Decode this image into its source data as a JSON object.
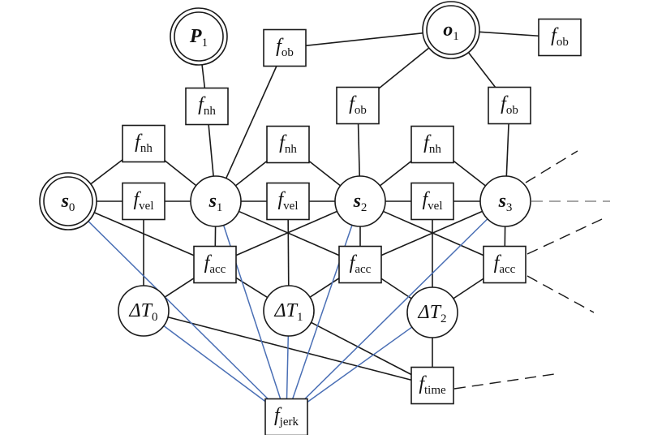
{
  "diagram": {
    "title": "Factor graph",
    "colors": {
      "edge": "#1a1a1a",
      "jerk_edge": "#4a6fb5",
      "background": "#ffffff"
    },
    "variables": [
      {
        "id": "s0",
        "main": "s",
        "sub": "0",
        "style": "bold-italic",
        "observed": true
      },
      {
        "id": "s1",
        "main": "s",
        "sub": "1",
        "style": "bold-italic",
        "observed": false
      },
      {
        "id": "s2",
        "main": "s",
        "sub": "2",
        "style": "bold-italic",
        "observed": false
      },
      {
        "id": "s3",
        "main": "s",
        "sub": "3",
        "style": "bold-italic",
        "observed": false
      },
      {
        "id": "P1",
        "main": "P",
        "sub": "1",
        "style": "bold-italic",
        "observed": true
      },
      {
        "id": "o1",
        "main": "o",
        "sub": "1",
        "style": "bold-italic",
        "observed": true
      },
      {
        "id": "dT0",
        "main": "ΔT",
        "sub": "0",
        "style": "italic",
        "observed": false
      },
      {
        "id": "dT1",
        "main": "ΔT",
        "sub": "1",
        "style": "italic",
        "observed": false
      },
      {
        "id": "dT2",
        "main": "ΔT",
        "sub": "2",
        "style": "italic",
        "observed": false
      }
    ],
    "factors": [
      {
        "id": "fnh_P1",
        "main": "f",
        "sub": "nh"
      },
      {
        "id": "fnh_01",
        "main": "f",
        "sub": "nh"
      },
      {
        "id": "fnh_12",
        "main": "f",
        "sub": "nh"
      },
      {
        "id": "fnh_23",
        "main": "f",
        "sub": "nh"
      },
      {
        "id": "fob_1",
        "main": "f",
        "sub": "ob"
      },
      {
        "id": "fob_2",
        "main": "f",
        "sub": "ob"
      },
      {
        "id": "fob_3",
        "main": "f",
        "sub": "ob"
      },
      {
        "id": "fob_4",
        "main": "f",
        "sub": "ob"
      },
      {
        "id": "fvel_01",
        "main": "f",
        "sub": "vel"
      },
      {
        "id": "fvel_12",
        "main": "f",
        "sub": "vel"
      },
      {
        "id": "fvel_23",
        "main": "f",
        "sub": "vel"
      },
      {
        "id": "facc_0",
        "main": "f",
        "sub": "acc"
      },
      {
        "id": "facc_1",
        "main": "f",
        "sub": "acc"
      },
      {
        "id": "facc_2",
        "main": "f",
        "sub": "acc"
      },
      {
        "id": "ftime",
        "main": "f",
        "sub": "time"
      },
      {
        "id": "fjerk",
        "main": "f",
        "sub": "jerk"
      }
    ],
    "edges": [
      [
        "P1",
        "fnh_P1"
      ],
      [
        "fnh_P1",
        "s1"
      ],
      [
        "s0",
        "fnh_01"
      ],
      [
        "fnh_01",
        "s1"
      ],
      [
        "s1",
        "fnh_12"
      ],
      [
        "fnh_12",
        "s2"
      ],
      [
        "s2",
        "fnh_23"
      ],
      [
        "fnh_23",
        "s3"
      ],
      [
        "s1",
        "fob_1"
      ],
      [
        "fob_1",
        "o1"
      ],
      [
        "o1",
        "fob_2"
      ],
      [
        "fob_2",
        "s2"
      ],
      [
        "o1",
        "fob_3"
      ],
      [
        "fob_3",
        "s3"
      ],
      [
        "o1",
        "fob_4"
      ],
      [
        "s0",
        "fvel_01"
      ],
      [
        "fvel_01",
        "s1"
      ],
      [
        "fvel_01",
        "dT0"
      ],
      [
        "s1",
        "fvel_12"
      ],
      [
        "fvel_12",
        "s2"
      ],
      [
        "fvel_12",
        "dT1"
      ],
      [
        "s2",
        "fvel_23"
      ],
      [
        "fvel_23",
        "s3"
      ],
      [
        "fvel_23",
        "dT2"
      ],
      [
        "s0",
        "facc_0"
      ],
      [
        "s1",
        "facc_0"
      ],
      [
        "s2",
        "facc_0"
      ],
      [
        "dT0",
        "facc_0"
      ],
      [
        "dT1",
        "facc_0"
      ],
      [
        "s1",
        "facc_1"
      ],
      [
        "s2",
        "facc_1"
      ],
      [
        "s3",
        "facc_1"
      ],
      [
        "dT1",
        "facc_1"
      ],
      [
        "dT2",
        "facc_1"
      ],
      [
        "s2",
        "facc_2"
      ],
      [
        "s3",
        "facc_2"
      ],
      [
        "dT2",
        "facc_2"
      ],
      [
        "dT0",
        "ftime"
      ],
      [
        "dT1",
        "ftime"
      ],
      [
        "dT2",
        "ftime"
      ]
    ],
    "jerk_edges": [
      "s0",
      "s1",
      "s2",
      "s3",
      "dT0",
      "dT1",
      "dT2"
    ],
    "continuation_edges": [
      "s3-up",
      "s3-right",
      "facc_2-up",
      "facc_2-down",
      "ftime-right"
    ]
  }
}
